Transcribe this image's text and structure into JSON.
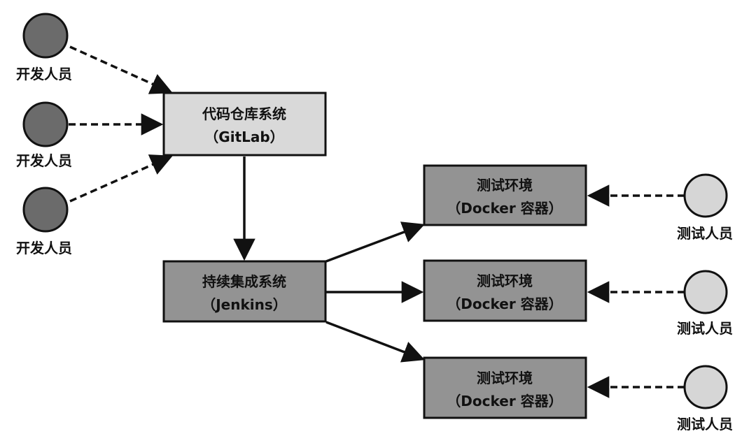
{
  "developers": [
    {
      "label": "开发人员"
    },
    {
      "label": "开发人员"
    },
    {
      "label": "开发人员"
    }
  ],
  "gitlab": {
    "line1": "代码仓库系统",
    "line2": "（GitLab）"
  },
  "jenkins": {
    "line1": "持续集成系统",
    "line2": "（Jenkins）"
  },
  "environments": [
    {
      "line1": "测试环境",
      "line2": "（Docker 容器）"
    },
    {
      "line1": "测试环境",
      "line2": "（Docker 容器）"
    },
    {
      "line1": "测试环境",
      "line2": "（Docker 容器）"
    }
  ],
  "testers": [
    {
      "label": "测试人员"
    },
    {
      "label": "测试人员"
    },
    {
      "label": "测试人员"
    }
  ],
  "colors": {
    "developer_fill": "#6b6b6b",
    "tester_fill": "#d6d6d6",
    "gitlab_fill": "#d9d9d9",
    "jenkins_fill": "#939393",
    "env_fill": "#939393",
    "stroke": "#111111"
  }
}
